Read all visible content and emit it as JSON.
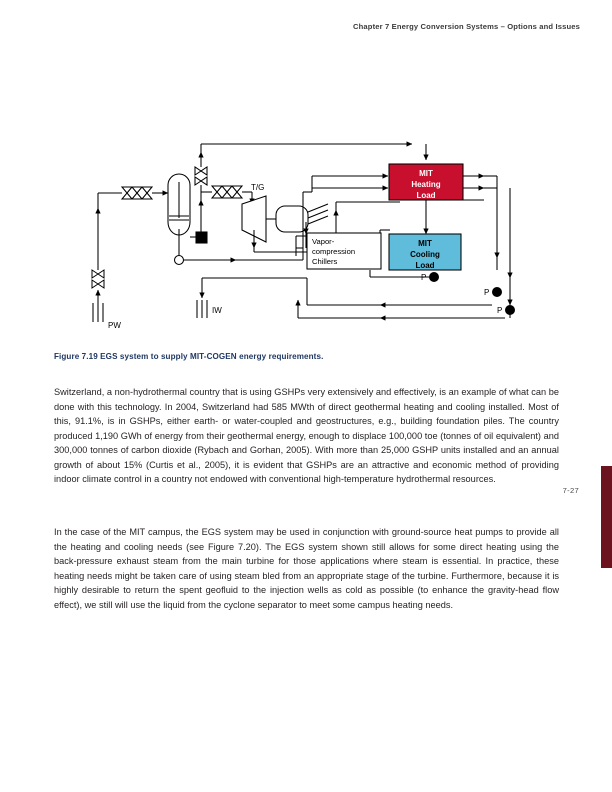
{
  "running_head": "Chapter 7  Energy Conversion Systems – Options and Issues",
  "figure": {
    "caption": "Figure 7.19 EGS system to supply MIT-COGEN energy requirements.",
    "labels": {
      "turbine_generator": "T/G",
      "production_well": "PW",
      "injection_well": "IW",
      "pump_1": "P",
      "pump_2": "P",
      "pump_3": "P"
    },
    "boxes": {
      "heating_load": {
        "line1": "MIT",
        "line2": "Heating",
        "line3": "Load",
        "fill": "#c8102e",
        "text_color": "#ffffff"
      },
      "cooling_load": {
        "line1": "MIT",
        "line2": "Cooling",
        "line3": "Load",
        "fill": "#5fbcdb",
        "text_color": "#000000"
      },
      "chillers": {
        "line1": "Vapor-",
        "line2": "compression",
        "line3": "Chillers",
        "fill": "#ffffff",
        "text_color": "#000000"
      }
    }
  },
  "body": {
    "paragraph_1": "Switzerland, a non-hydrothermal country that is using GSHPs very extensively and effectively, is an example of what can be done with this technology. In 2004, Switzerland had 585 MWth of direct geothermal heating and cooling installed. Most of this, 91.1%, is in GSHPs, either earth- or water-coupled and geostructures, e.g., building foundation piles. The country produced 1,190 GWh of energy from their geothermal energy, enough to displace 100,000 toe (tonnes of oil equivalent) and 300,000 tonnes of carbon dioxide (Rybach and Gorhan, 2005). With more than 25,000 GSHP units installed and an annual growth of about 15% (Curtis et al., 2005), it is evident that GSHPs are an attractive and economic method of providing indoor climate control in a country not endowed with conventional high-temperature hydrothermal resources.",
    "paragraph_2": "In the case of the MIT campus, the EGS system may be used in conjunction with ground-source heat pumps to provide all the heating and cooling needs (see Figure 7.20). The EGS system shown still allows for some direct heating using the back-pressure exhaust steam from the main turbine for those applications where steam is essential. In practice, these heating needs might be taken care of using steam bled from an appropriate stage of the turbine. Furthermore, because it is highly desirable to return the spent geofluid to the injection wells as cold as possible (to enhance the gravity-head flow effect), we still will use the liquid from the cyclone separator to meet some campus heating needs."
  },
  "page_number": "7-27",
  "colors": {
    "edge_tab": "#6b1420",
    "caption_text": "#1f3864",
    "heating_red": "#c8102e",
    "cooling_blue": "#5fbcdb"
  }
}
